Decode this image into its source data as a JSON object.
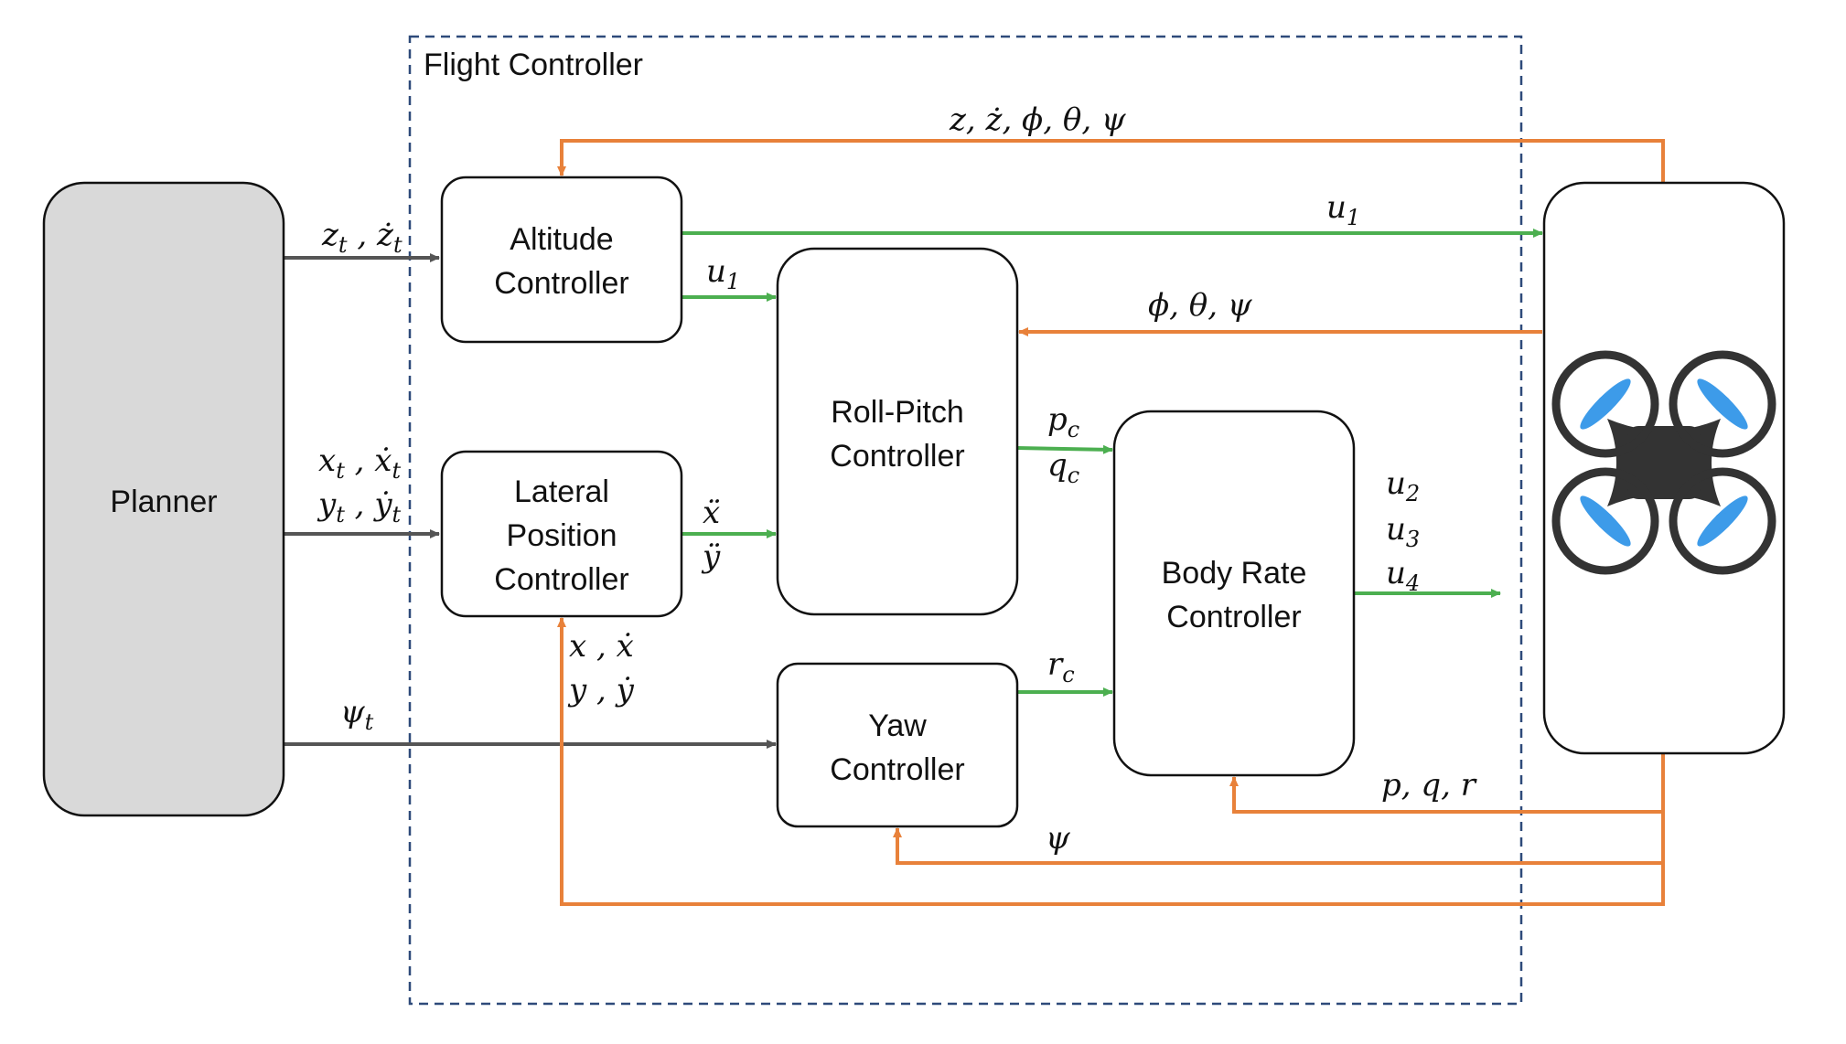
{
  "diagram": {
    "container_title": "Flight Controller",
    "colors": {
      "gray_arrow": "#555555",
      "green_arrow": "#4caf50",
      "orange_arrow": "#e8813a",
      "container_border": "#2e4a7a",
      "planner_fill": "#d9d9d9",
      "box_stroke": "#111111",
      "drone_body": "#333333",
      "propeller": "#3d9be9"
    },
    "blocks": {
      "planner": [
        "Planner"
      ],
      "altitude": [
        "Altitude",
        "Controller"
      ],
      "lateral": [
        "Lateral",
        "Position",
        "Controller"
      ],
      "roll_pitch": [
        "Roll-Pitch",
        "Controller"
      ],
      "yaw": [
        "Yaw",
        "Controller"
      ],
      "body_rate": [
        "Body Rate",
        "Controller"
      ]
    },
    "drone_icon": "quadcopter-icon",
    "signals": {
      "planner_to_altitude": {
        "main": "z",
        "sub": "t",
        "sep": " , ",
        "main2": "ż",
        "sub2": "t"
      },
      "planner_to_lateral_1": {
        "main": "x",
        "sub": "t",
        "sep": " , ",
        "main2": "ẋ",
        "sub2": "t"
      },
      "planner_to_lateral_2": {
        "main": "y",
        "sub": "t",
        "sep": " , ",
        "main2": "ẏ",
        "sub2": "t"
      },
      "planner_to_yaw": {
        "main": "ψ",
        "sub": "t"
      },
      "feedback_altitude": "z, ż, ϕ, θ, ψ",
      "altitude_to_drone": {
        "main": "u",
        "sub": "1"
      },
      "altitude_to_rollpitch": {
        "main": "u",
        "sub": "1"
      },
      "feedback_rollpitch": "ϕ, θ, ψ",
      "lateral_out_1": "ẍ",
      "lateral_out_2": "ÿ",
      "rollpitch_out_1": {
        "main": "p",
        "sub": "c"
      },
      "rollpitch_out_2": {
        "main": "q",
        "sub": "c"
      },
      "yaw_out": {
        "main": "r",
        "sub": "c"
      },
      "bodyrate_out_1": {
        "main": "u",
        "sub": "2"
      },
      "bodyrate_out_2": {
        "main": "u",
        "sub": "3"
      },
      "bodyrate_out_3": {
        "main": "u",
        "sub": "4"
      },
      "feedback_lateral_1": "x , ẋ",
      "feedback_lateral_2": "y , ẏ",
      "feedback_bodyrate": "p, q, r",
      "feedback_yaw": "ψ"
    }
  }
}
